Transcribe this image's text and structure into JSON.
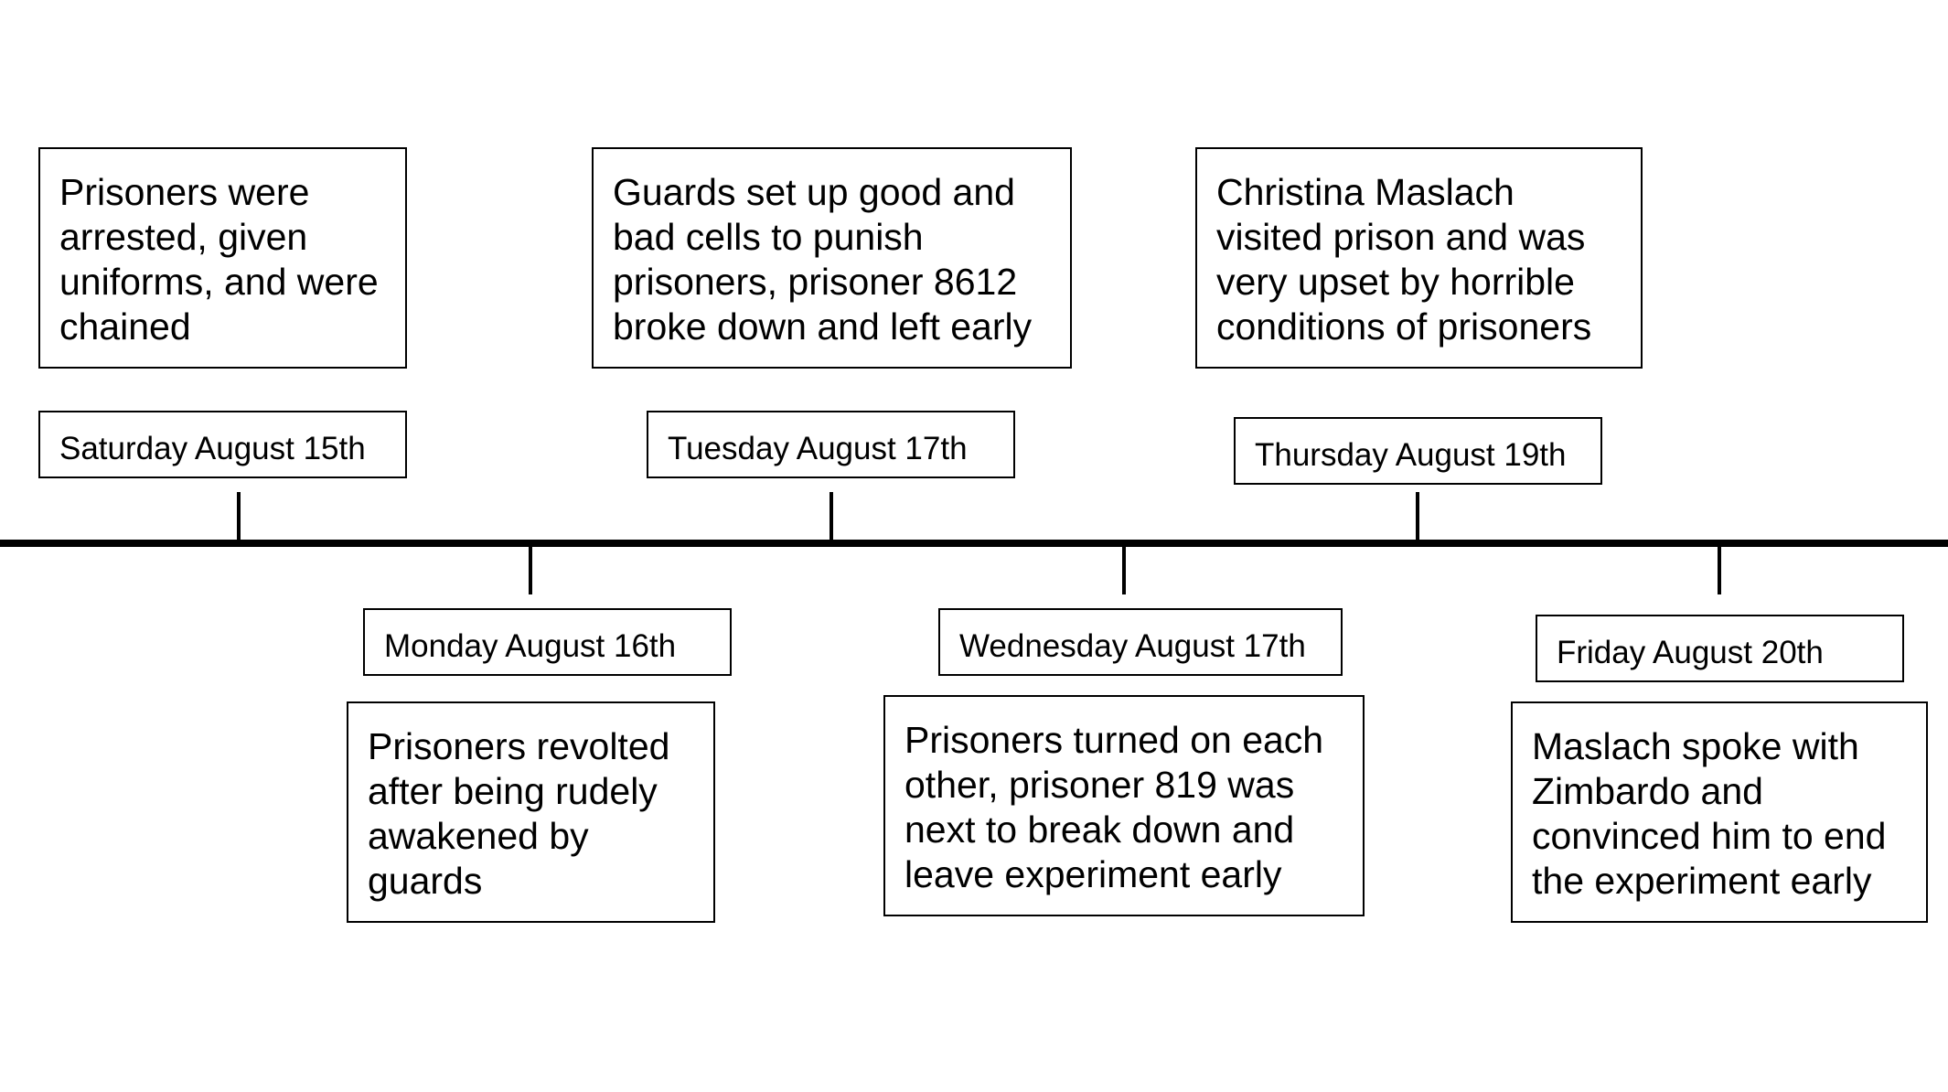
{
  "timeline": {
    "events": [
      {
        "date": "Saturday August 15th",
        "description": "Prisoners were\narrested, given\nuniforms, and were\nchained"
      },
      {
        "date": "Monday August 16th",
        "description": "Prisoners revolted\nafter being rudely\nawakened by\nguards"
      },
      {
        "date": "Tuesday August 17th",
        "description": "Guards set up good and\nbad cells to punish\nprisoners, prisoner 8612\nbroke down and left early"
      },
      {
        "date": "Wednesday August 17th",
        "description": "Prisoners turned on each\nother, prisoner 819 was\nnext to break down and\nleave experiment early"
      },
      {
        "date": "Thursday August 19th",
        "description": "Christina Maslach\nvisited prison and was\nvery upset by horrible\nconditions of prisoners"
      },
      {
        "date": "Friday August 20th",
        "description": "Maslach spoke with\nZimbardo and\nconvinced him to end\nthe experiment early"
      }
    ]
  }
}
